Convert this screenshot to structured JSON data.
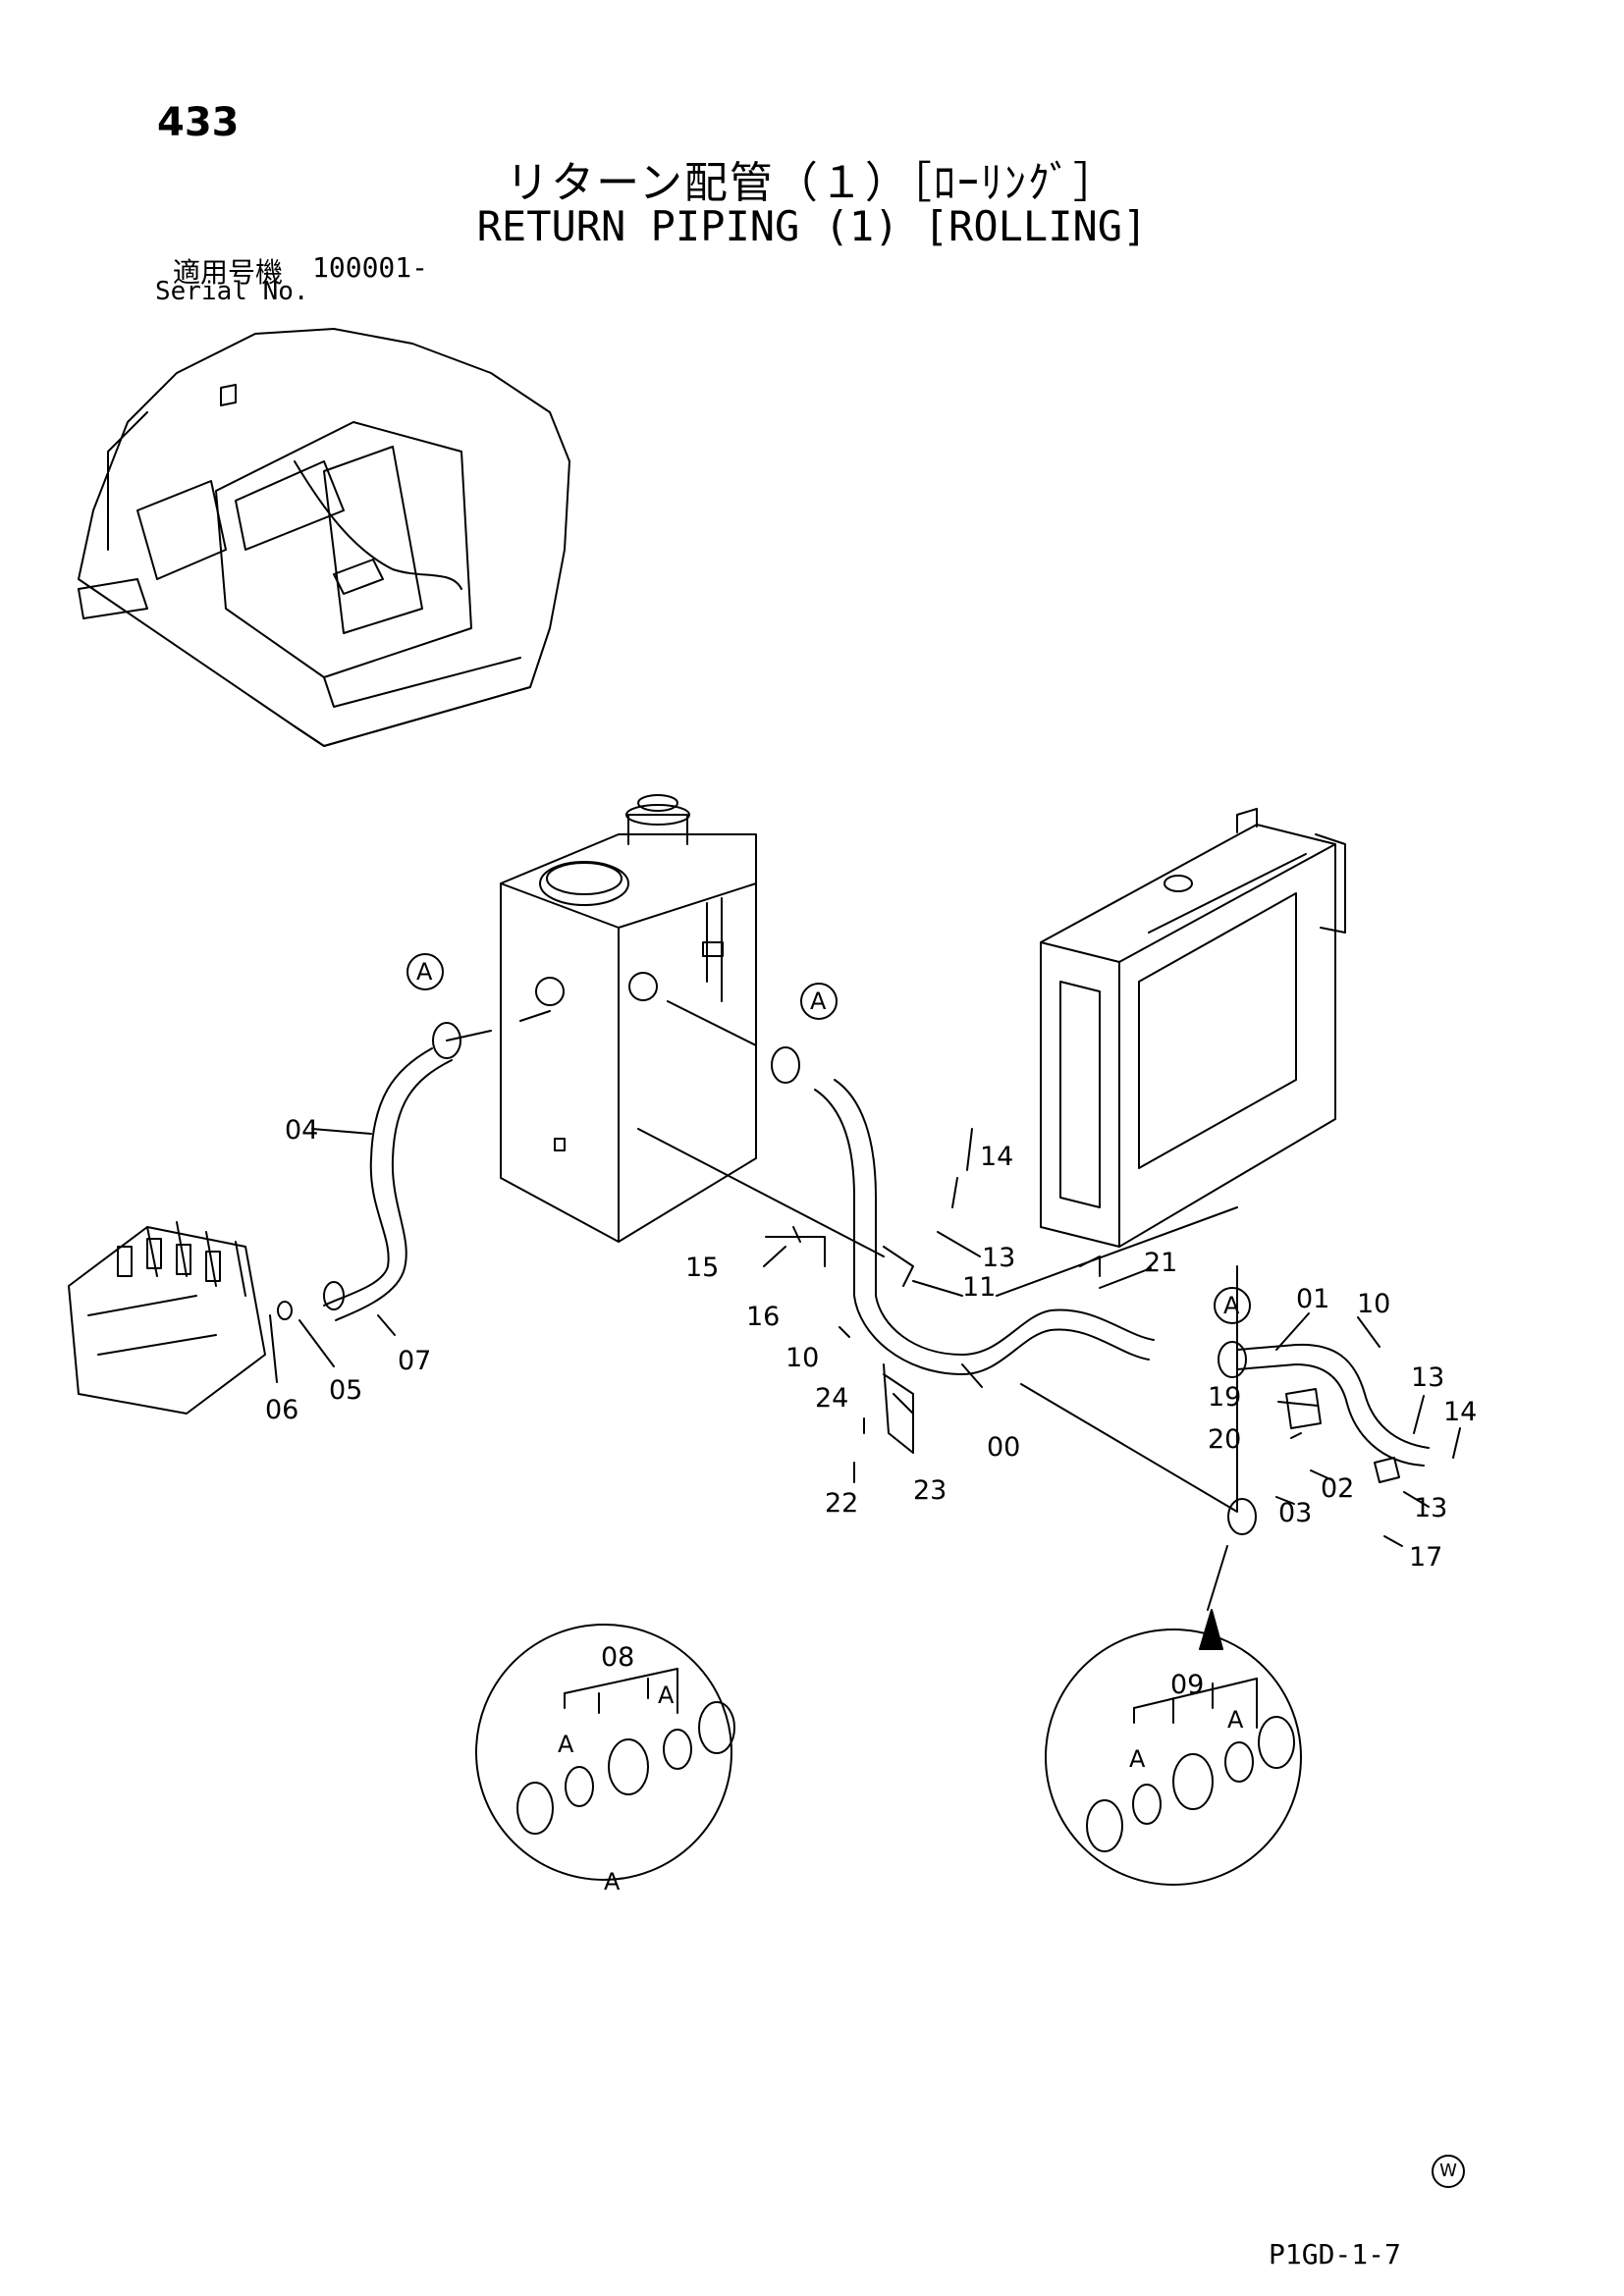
{
  "header": {
    "page_number": "433",
    "title_jp": "リターン配管（１）［ﾛｰﾘﾝｸﾞ］",
    "title_en": "RETURN PIPING (1) [ROLLING]",
    "serial_label_jp": "適用号機",
    "serial_value": "100001-",
    "serial_label_en": "Serial No."
  },
  "callouts": {
    "c00": "00",
    "c01": "01",
    "c02": "02",
    "c03": "03",
    "c04": "04",
    "c05": "05",
    "c06": "06",
    "c07": "07",
    "c08": "08",
    "c09": "09",
    "c10": "10",
    "c11": "11",
    "c13": "13",
    "c14": "14",
    "c15": "15",
    "c16": "16",
    "c17": "17",
    "c19": "19",
    "c20": "20",
    "c21": "21",
    "c22": "22",
    "c23": "23",
    "c24": "24",
    "detail": "A"
  },
  "footer": {
    "mark": "W",
    "code": "P1GD-1-7"
  }
}
